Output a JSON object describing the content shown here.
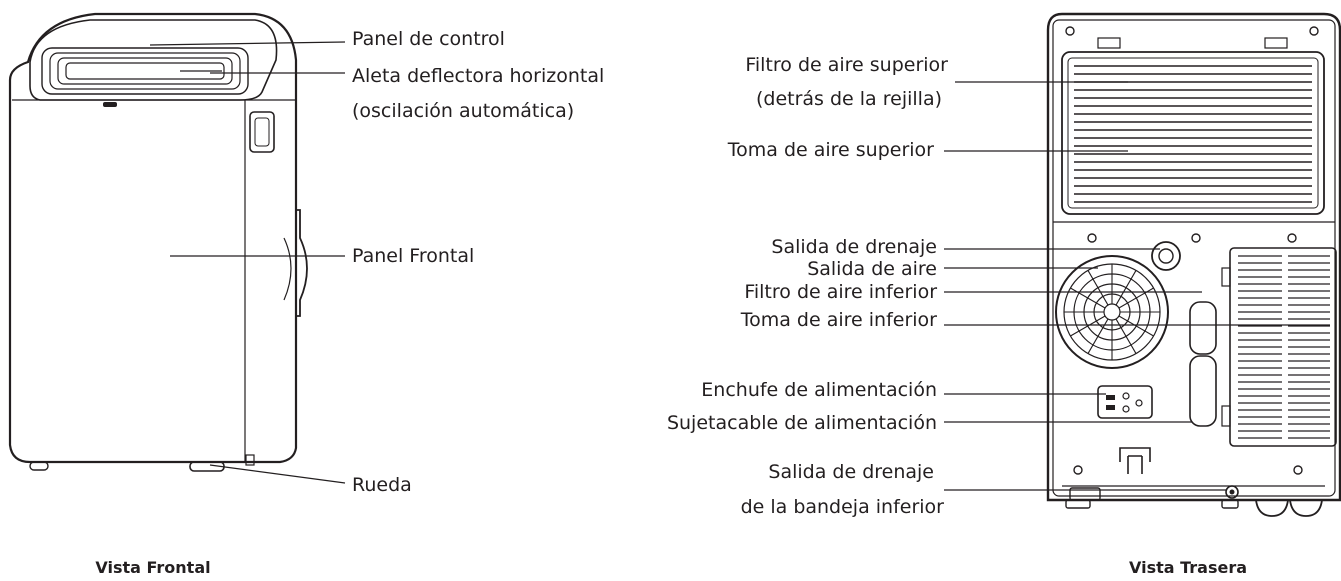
{
  "front_view": {
    "caption": "Vista Frontal",
    "labels": {
      "control_panel": "Panel de control",
      "horizontal_louver_1": "Aleta deflectora horizontal",
      "horizontal_louver_2": "(oscilación automática)",
      "front_panel": "Panel Frontal",
      "wheel": "Rueda"
    }
  },
  "rear_view": {
    "caption": "Vista Trasera",
    "labels": {
      "upper_filter_1": "Filtro de aire superior",
      "upper_filter_2": "(detrás de la rejilla)",
      "upper_intake": "Toma de aire superior",
      "drain_outlet": "Salida de drenaje",
      "air_outlet": "Salida de aire",
      "lower_filter": "Filtro de aire inferior",
      "lower_intake": "Toma de aire inferior",
      "power_socket": "Enchufe de alimentación",
      "cord_holder": "Sujetacable de alimentación",
      "tray_drain_1": "Salida de drenaje",
      "tray_drain_2": "de la bandeja inferior"
    }
  }
}
